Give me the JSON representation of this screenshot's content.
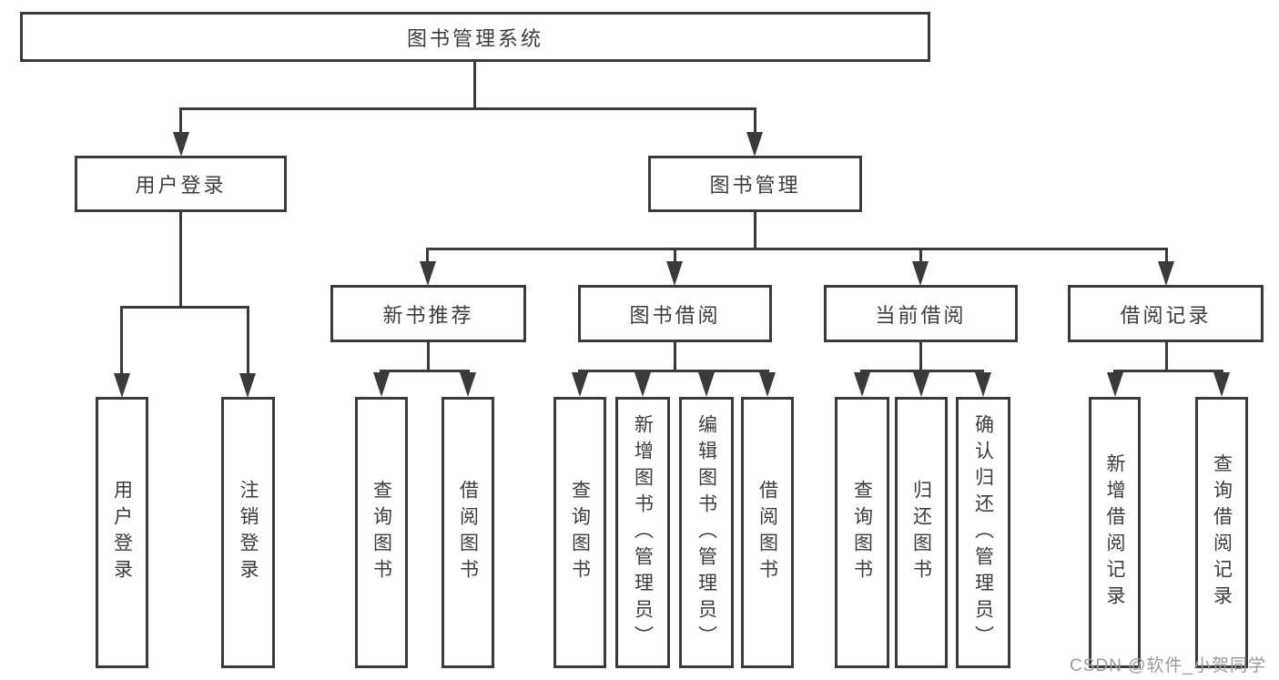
{
  "diagram": {
    "root": "图书管理系统",
    "level2": {
      "user_login": "用户登录",
      "book_management": "图书管理"
    },
    "level3": {
      "new_books": "新书推荐",
      "book_borrow": "图书借阅",
      "current_borrow": "当前借阅",
      "borrow_records": "借阅记录"
    },
    "leaves": {
      "user_login": [
        "用户登录",
        "注销登录"
      ],
      "new_books": [
        "查询图书",
        "借阅图书"
      ],
      "book_borrow": [
        "查询图书",
        "新增图书（管理员）",
        "编辑图书（管理员）",
        "借阅图书"
      ],
      "current_borrow": [
        "查询图书",
        "归还图书",
        "确认归还（管理员）"
      ],
      "borrow_records": [
        "新增借阅记录",
        "查询借阅记录"
      ]
    }
  },
  "watermark": "CSDN @软件_小贺同学",
  "colors": {
    "line": "#3a3a3a",
    "text": "#3d3d3d",
    "watermark": "#9c9c9c",
    "background": "#ffffff"
  }
}
